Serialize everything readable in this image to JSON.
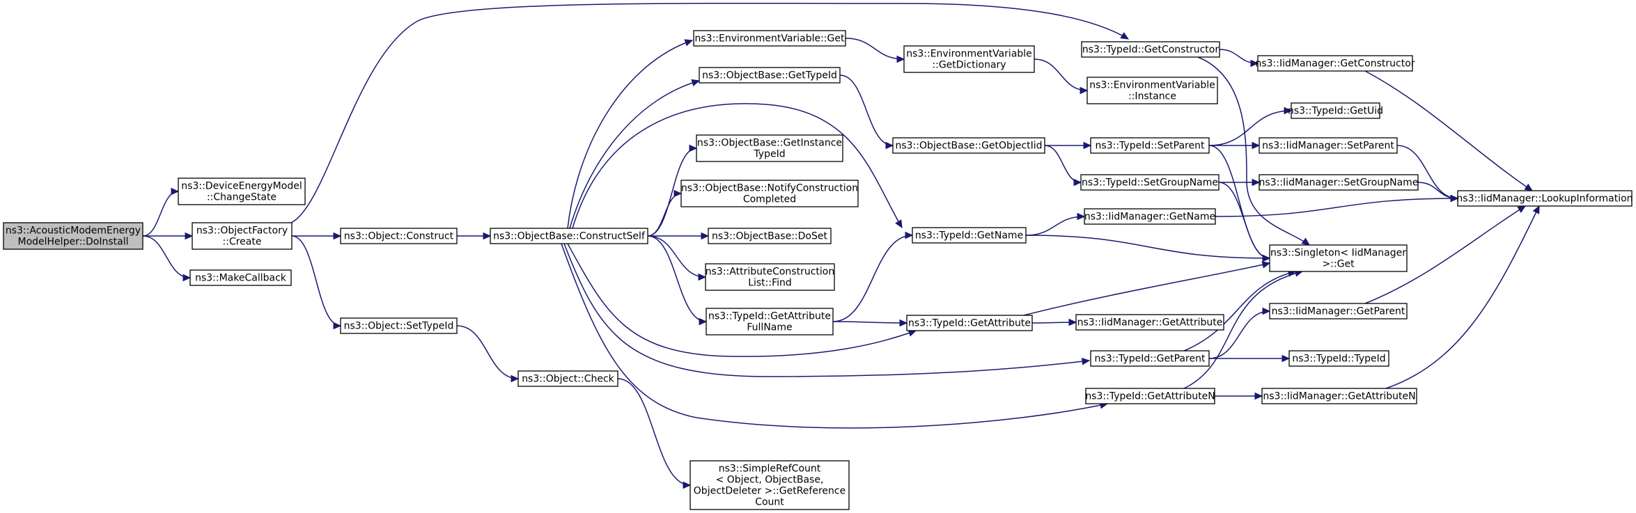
{
  "colors": {
    "edge": "#191970",
    "node_border": "#000000",
    "node_fill": "#ffffff",
    "root_fill": "#bfbfbf",
    "text": "#000000"
  },
  "nodes": [
    {
      "id": "doinstall",
      "lines": [
        "ns3::AcousticModemEnergy",
        "ModelHelper::DoInstall"
      ],
      "root": true
    },
    {
      "id": "changestate",
      "lines": [
        "ns3::DeviceEnergyModel",
        "::ChangeState"
      ]
    },
    {
      "id": "of_create",
      "lines": [
        "ns3::ObjectFactory",
        "::Create"
      ]
    },
    {
      "id": "makecallback",
      "lines": [
        "ns3::MakeCallback"
      ]
    },
    {
      "id": "obj_construct",
      "lines": [
        "ns3::Object::Construct"
      ]
    },
    {
      "id": "obj_settypeid",
      "lines": [
        "ns3::Object::SetTypeId"
      ]
    },
    {
      "id": "ob_constructself",
      "lines": [
        "ns3::ObjectBase::ConstructSelf"
      ]
    },
    {
      "id": "obj_check",
      "lines": [
        "ns3::Object::Check"
      ]
    },
    {
      "id": "simplerefcount",
      "lines": [
        "ns3::SimpleRefCount",
        "< Object, ObjectBase,",
        "ObjectDeleter >::GetReference",
        "Count"
      ]
    },
    {
      "id": "envvar_get",
      "lines": [
        "ns3::EnvironmentVariable::Get"
      ]
    },
    {
      "id": "ob_gettypeid",
      "lines": [
        "ns3::ObjectBase::GetTypeId"
      ]
    },
    {
      "id": "ob_getinstancetypeid",
      "lines": [
        "ns3::ObjectBase::GetInstance",
        "TypeId"
      ]
    },
    {
      "id": "ob_notifyconstruction",
      "lines": [
        "ns3::ObjectBase::NotifyConstruction",
        "Completed"
      ]
    },
    {
      "id": "ob_doset",
      "lines": [
        "ns3::ObjectBase::DoSet"
      ]
    },
    {
      "id": "acl_find",
      "lines": [
        "ns3::AttributeConstruction",
        "List::Find"
      ]
    },
    {
      "id": "tid_getattributefullname",
      "lines": [
        "ns3::TypeId::GetAttribute",
        "FullName"
      ]
    },
    {
      "id": "envvar_getdictionary",
      "lines": [
        "ns3::EnvironmentVariable",
        "::GetDictionary"
      ]
    },
    {
      "id": "ob_getobjectiid",
      "lines": [
        "ns3::ObjectBase::GetObjectIid"
      ]
    },
    {
      "id": "tid_getname",
      "lines": [
        "ns3::TypeId::GetName"
      ]
    },
    {
      "id": "tid_getattribute",
      "lines": [
        "ns3::TypeId::GetAttribute"
      ]
    },
    {
      "id": "tid_getconstructor",
      "lines": [
        "ns3::TypeId::GetConstructor"
      ]
    },
    {
      "id": "envvar_instance",
      "lines": [
        "ns3::EnvironmentVariable",
        "::Instance"
      ]
    },
    {
      "id": "tid_setparent",
      "lines": [
        "ns3::TypeId::SetParent"
      ]
    },
    {
      "id": "tid_setgroupname",
      "lines": [
        "ns3::TypeId::SetGroupName"
      ]
    },
    {
      "id": "iid_getname",
      "lines": [
        "ns3::IidManager::GetName"
      ]
    },
    {
      "id": "iid_getattribute",
      "lines": [
        "ns3::IidManager::GetAttribute"
      ]
    },
    {
      "id": "tid_getparent",
      "lines": [
        "ns3::TypeId::GetParent"
      ]
    },
    {
      "id": "tid_getattributen",
      "lines": [
        "ns3::TypeId::GetAttributeN"
      ]
    },
    {
      "id": "iid_getconstructor",
      "lines": [
        "ns3::IidManager::GetConstructor"
      ]
    },
    {
      "id": "tid_getuid",
      "lines": [
        "ns3::TypeId::GetUid"
      ]
    },
    {
      "id": "iid_setparent",
      "lines": [
        "ns3::IidManager::SetParent"
      ]
    },
    {
      "id": "iid_setgroupname",
      "lines": [
        "ns3::IidManager::SetGroupName"
      ]
    },
    {
      "id": "singleton_get",
      "lines": [
        "ns3::Singleton< IidManager",
        ">::Get"
      ]
    },
    {
      "id": "iid_getparent",
      "lines": [
        "ns3::IidManager::GetParent"
      ]
    },
    {
      "id": "tid_typeid",
      "lines": [
        "ns3::TypeId::TypeId"
      ]
    },
    {
      "id": "iid_getattributen",
      "lines": [
        "ns3::IidManager::GetAttributeN"
      ]
    },
    {
      "id": "iid_lookupinformation",
      "lines": [
        "ns3::IidManager::LookupInformation"
      ]
    }
  ],
  "edges": [
    [
      "doinstall",
      "changestate"
    ],
    [
      "doinstall",
      "of_create"
    ],
    [
      "doinstall",
      "makecallback"
    ],
    [
      "of_create",
      "tid_getconstructor"
    ],
    [
      "of_create",
      "obj_construct"
    ],
    [
      "of_create",
      "obj_settypeid"
    ],
    [
      "obj_construct",
      "ob_constructself"
    ],
    [
      "obj_settypeid",
      "obj_check"
    ],
    [
      "obj_check",
      "simplerefcount"
    ],
    [
      "ob_constructself",
      "envvar_get"
    ],
    [
      "ob_constructself",
      "ob_gettypeid"
    ],
    [
      "ob_constructself",
      "tid_getname"
    ],
    [
      "ob_constructself",
      "ob_getinstancetypeid"
    ],
    [
      "ob_constructself",
      "ob_notifyconstruction"
    ],
    [
      "ob_constructself",
      "ob_doset"
    ],
    [
      "ob_constructself",
      "acl_find"
    ],
    [
      "ob_constructself",
      "tid_getattributefullname"
    ],
    [
      "ob_constructself",
      "tid_getattribute"
    ],
    [
      "ob_constructself",
      "tid_getparent"
    ],
    [
      "ob_constructself",
      "tid_getattributen"
    ],
    [
      "envvar_get",
      "envvar_getdictionary"
    ],
    [
      "envvar_getdictionary",
      "envvar_instance"
    ],
    [
      "ob_gettypeid",
      "ob_getobjectiid"
    ],
    [
      "ob_getobjectiid",
      "tid_setparent"
    ],
    [
      "ob_getobjectiid",
      "tid_setgroupname"
    ],
    [
      "tid_getattributefullname",
      "tid_getname"
    ],
    [
      "tid_getattributefullname",
      "tid_getattribute"
    ],
    [
      "tid_getname",
      "iid_getname"
    ],
    [
      "tid_getname",
      "singleton_get"
    ],
    [
      "tid_getattribute",
      "iid_getattribute"
    ],
    [
      "tid_getattribute",
      "singleton_get"
    ],
    [
      "tid_getconstructor",
      "iid_getconstructor"
    ],
    [
      "tid_getconstructor",
      "singleton_get"
    ],
    [
      "tid_setparent",
      "tid_getuid"
    ],
    [
      "tid_setparent",
      "iid_setparent"
    ],
    [
      "tid_setparent",
      "singleton_get"
    ],
    [
      "tid_setgroupname",
      "iid_setgroupname"
    ],
    [
      "tid_setgroupname",
      "singleton_get"
    ],
    [
      "iid_getname",
      "iid_lookupinformation"
    ],
    [
      "tid_getparent",
      "singleton_get"
    ],
    [
      "tid_getparent",
      "iid_getparent"
    ],
    [
      "tid_getparent",
      "tid_typeid"
    ],
    [
      "tid_getattributen",
      "singleton_get"
    ],
    [
      "tid_getattributen",
      "iid_getattributen"
    ],
    [
      "iid_getconstructor",
      "iid_lookupinformation"
    ],
    [
      "iid_setparent",
      "iid_lookupinformation"
    ],
    [
      "iid_setgroupname",
      "iid_lookupinformation"
    ],
    [
      "iid_getparent",
      "iid_lookupinformation"
    ],
    [
      "iid_getattributen",
      "iid_lookupinformation"
    ]
  ]
}
